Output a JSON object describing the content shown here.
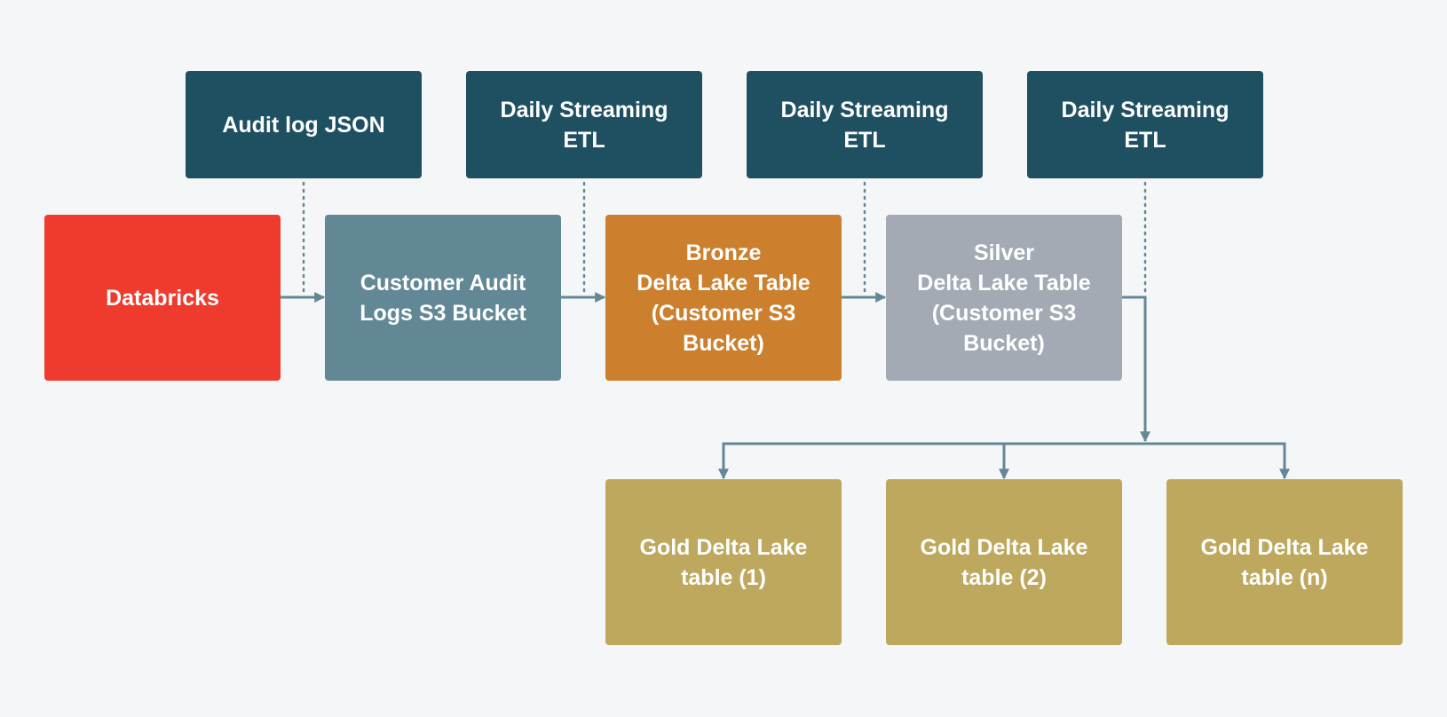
{
  "colors": {
    "background": "#f5f6f8",
    "etl_box": "#1f5062",
    "databricks": "#ef3b2d",
    "audit_bucket": "#628896",
    "bronze": "#cc7f2c",
    "silver": "#a3aab3",
    "gold": "#bda85e",
    "connector": "#628896"
  },
  "diagram": {
    "top_row": [
      {
        "label": "Audit log JSON"
      },
      {
        "label": "Daily Streaming\nETL"
      },
      {
        "label": "Daily Streaming\nETL"
      },
      {
        "label": "Daily Streaming\nETL"
      }
    ],
    "pipeline": [
      {
        "label": "Databricks"
      },
      {
        "label": "Customer Audit\nLogs S3 Bucket"
      },
      {
        "label": "Bronze\nDelta Lake Table\n(Customer S3\nBucket)"
      },
      {
        "label": "Silver\nDelta Lake Table\n(Customer S3\nBucket)"
      }
    ],
    "gold_tables": [
      {
        "label": "Gold Delta Lake\ntable (1)"
      },
      {
        "label": "Gold Delta Lake\ntable (2)"
      },
      {
        "label": "Gold Delta Lake\ntable (n)"
      }
    ]
  }
}
